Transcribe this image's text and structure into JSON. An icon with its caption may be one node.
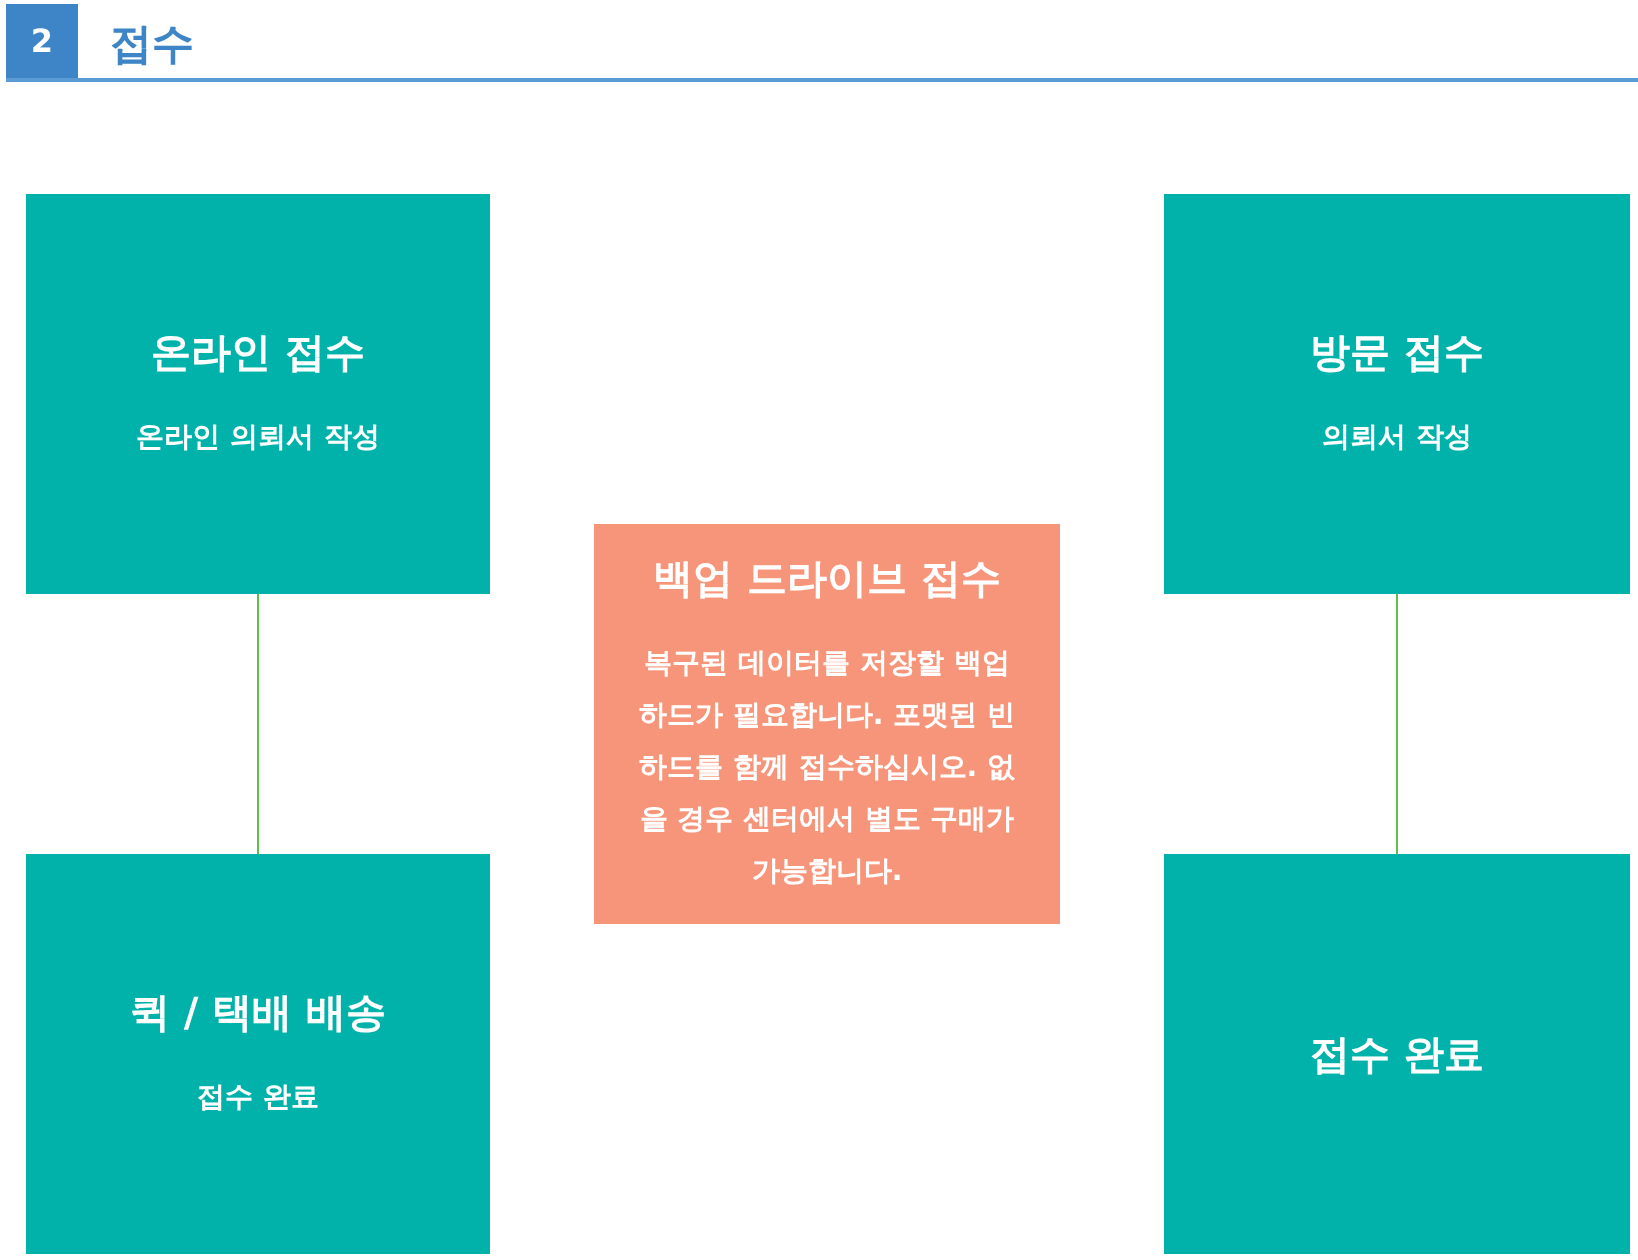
{
  "diagram": {
    "title": "접수",
    "nodes": [
      {
        "text": [
          "온라인 접수",
          "온라인 의뢰서 작성"
        ]
      },
      {
        "text": [
          "방문 접수",
          "의뢰서 작성"
        ]
      },
      {
        "text": [
          "백업 드라이브 접수",
          "복구된 데이터를 저장할 백업 하드가 필요합니다. 포맷된 빈 하드를 함께 접수하십시오. 없을 경우 센터에서 별도 구매가 가능합니다."
        ]
      },
      {
        "text": [
          "퀵 / 택배 배송",
          "접수 완료"
        ]
      },
      {
        "text": [
          "접수 완료"
        ]
      }
    ],
    "edges": [
      {
        "from": 0,
        "to": 3,
        "arrow": "none"
      },
      {
        "from": 1,
        "to": 4,
        "arrow": "none"
      }
    ],
    "labels": [
      "2"
    ]
  }
}
